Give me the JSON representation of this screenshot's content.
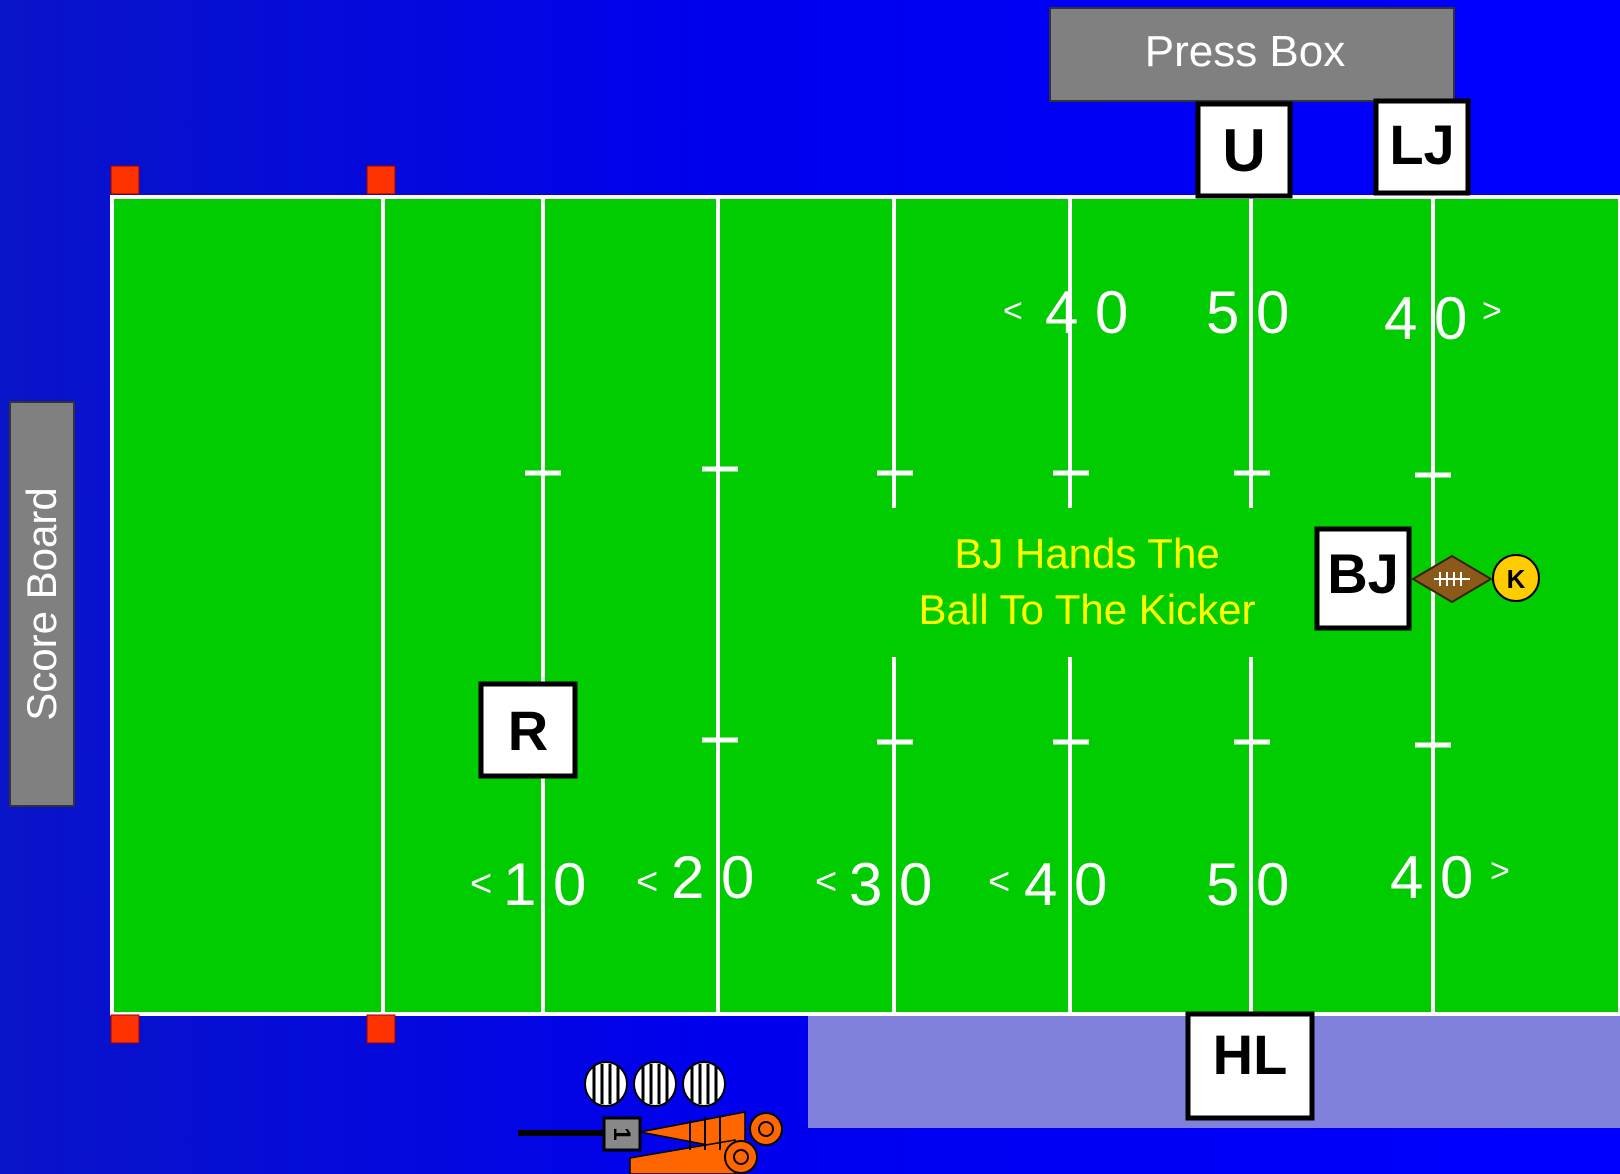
{
  "press_box": {
    "label": "Press Box"
  },
  "score_board": {
    "label": "Score Board"
  },
  "officials": {
    "umpire": "U",
    "line_judge": "LJ",
    "back_judge": "BJ",
    "referee": "R",
    "head_linesman": "HL"
  },
  "kicker": {
    "label": "K"
  },
  "chain_crew": {
    "down_marker": "1"
  },
  "caption": {
    "line1": "BJ Hands The",
    "line2": "Ball To The Kicker"
  },
  "yard_numbers": {
    "top": [
      {
        "prefix": "<",
        "digits": "4 0"
      },
      {
        "prefix": "",
        "digits": "5 0"
      },
      {
        "prefix": ">",
        "digits": "4 0"
      }
    ],
    "bottom": [
      {
        "prefix": "<",
        "digits": "1 0"
      },
      {
        "prefix": "<",
        "digits": "2 0"
      },
      {
        "prefix": "<",
        "digits": "3 0"
      },
      {
        "prefix": "<",
        "digits": "4 0"
      },
      {
        "prefix": "",
        "digits": "5 0"
      },
      {
        "prefix": ">",
        "digits": "4 0"
      }
    ]
  },
  "colors": {
    "background": "#0000ee",
    "field": "#00cc00",
    "lines": "#ffffff",
    "press_box": "#808080",
    "score_board": "#808080",
    "team_area": "#8080dd",
    "pylon": "#ff3300",
    "caption_text": "#ffff00",
    "kicker": "#ffcc00",
    "football": "#8b5a1a",
    "chain": "#ff6600"
  }
}
